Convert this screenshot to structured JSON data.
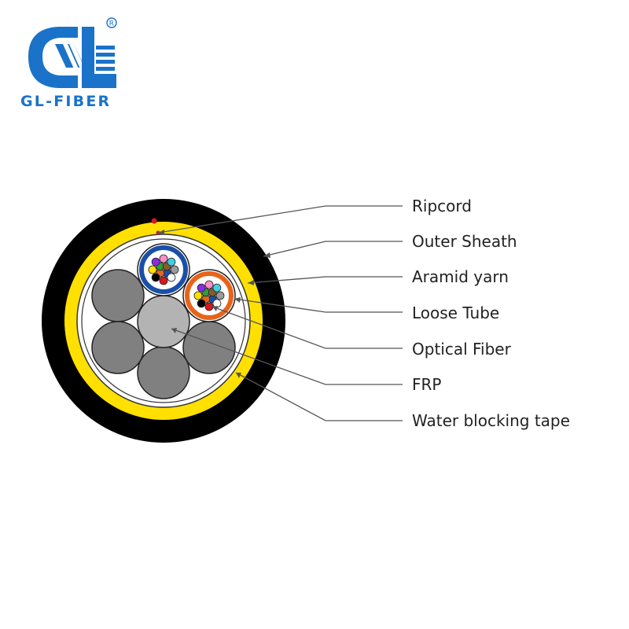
{
  "brand": {
    "name": "GL-FIBER",
    "registered_mark": "®",
    "color": "#1a73c8"
  },
  "labels": [
    {
      "id": "ripcord",
      "text": "Ripcord"
    },
    {
      "id": "outer-sheath",
      "text": "Outer Sheath"
    },
    {
      "id": "aramid-yarn",
      "text": "Aramid yarn"
    },
    {
      "id": "loose-tube",
      "text": "Loose Tube"
    },
    {
      "id": "optical-fiber",
      "text": "Optical Fiber"
    },
    {
      "id": "frp",
      "text": "FRP"
    },
    {
      "id": "water-blocking-tape",
      "text": "Water blocking tape"
    }
  ],
  "colors": {
    "outer_sheath": "#000000",
    "aramid_yarn": "#ffe000",
    "filler": "#808080",
    "frp": "#b3b3b3",
    "tube_blue": "#1a4fa8",
    "tube_orange": "#e8641a",
    "ripcord": "#d8161e",
    "leader_line": "#555555"
  },
  "fiber_colors": [
    "#1a4fa8",
    "#e8641a",
    "#2e9e3a",
    "#8b5a2b",
    "#9a9a9a",
    "#ffffff",
    "#d8161e",
    "#000000",
    "#ffe000",
    "#8a2be2",
    "#ff8fc8",
    "#40d0e0"
  ]
}
